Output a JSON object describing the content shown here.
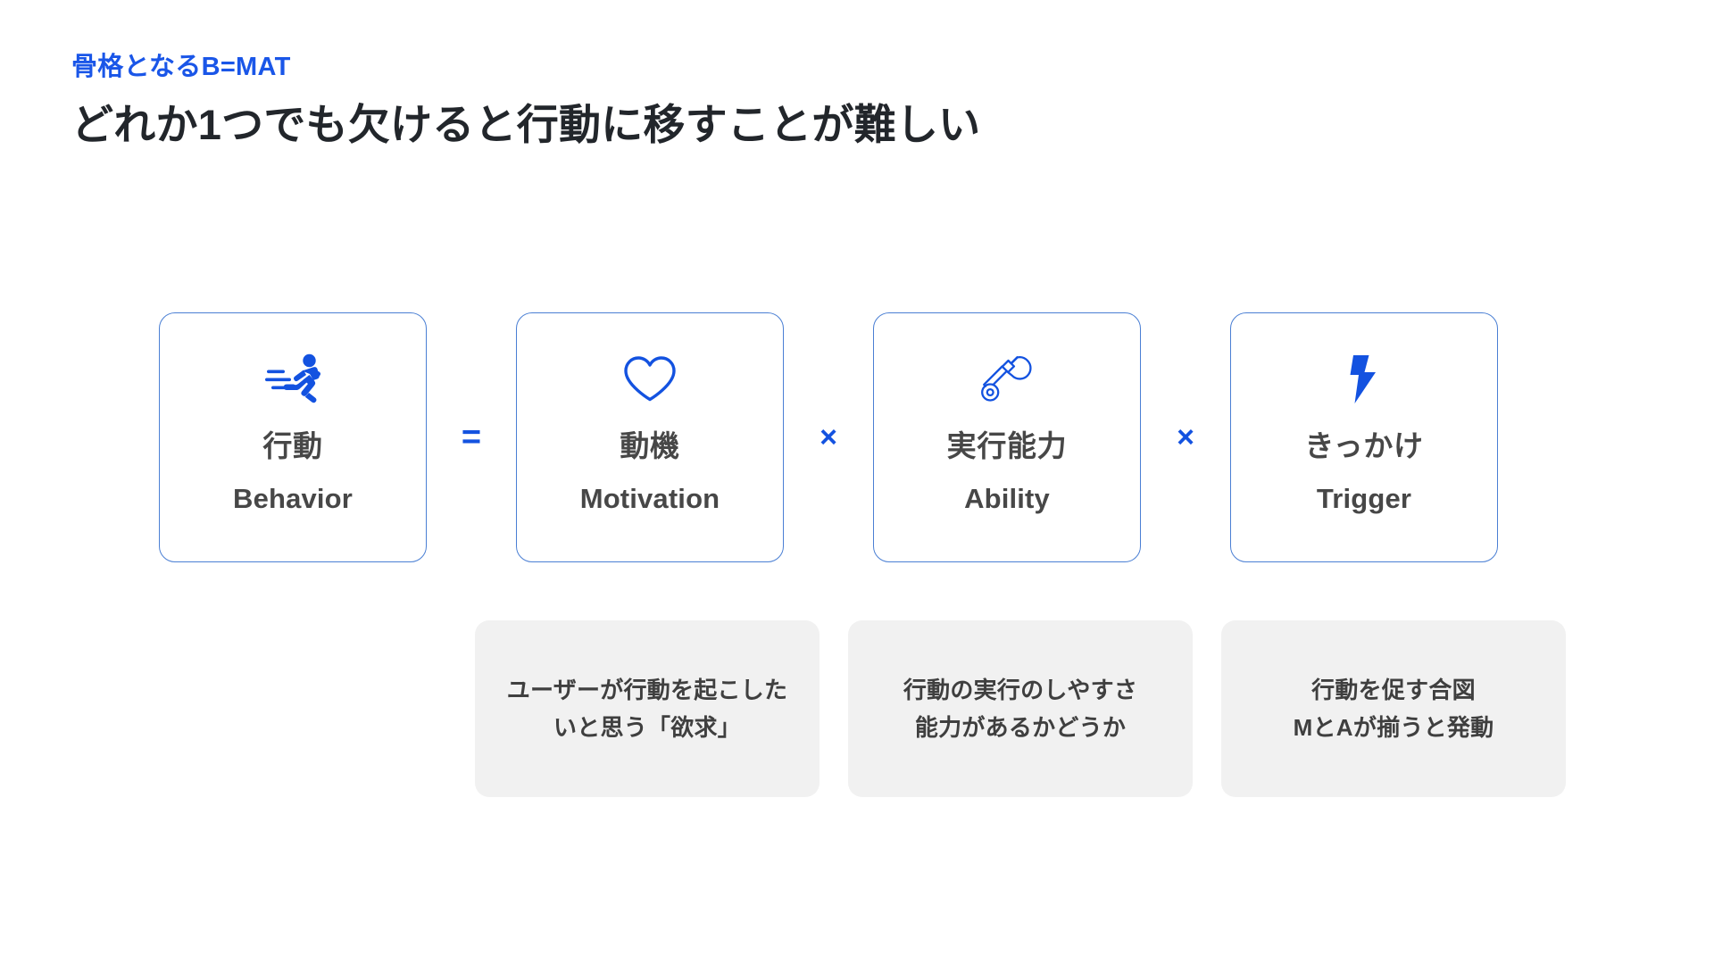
{
  "header": {
    "eyebrow": "骨格となるB=MAT",
    "title": "どれか1つでも欠けると行動に移すことが難しい",
    "eyebrow_color": "#1a56e8",
    "title_color": "#22262b"
  },
  "theme": {
    "accent_blue": "#1352e0",
    "card_border": "#4a7fd4",
    "card_text": "#474747",
    "caption_bg": "#f1f1f1",
    "caption_text": "#3f3f3f",
    "background": "#ffffff"
  },
  "diagram": {
    "equation": "B = M × A × T",
    "cards": [
      {
        "icon": "running-person-icon",
        "label_jp": "行動",
        "label_en": "Behavior"
      },
      {
        "icon": "heart-outline-icon",
        "label_jp": "動機",
        "label_en": "Motivation"
      },
      {
        "icon": "wrench-outline-icon",
        "label_jp": "実行能力",
        "label_en": "Ability"
      },
      {
        "icon": "lightning-bolt-icon",
        "label_jp": "きっかけ",
        "label_en": "Trigger"
      }
    ],
    "operators": [
      {
        "symbol": "=",
        "name": "equals-operator"
      },
      {
        "symbol": "×",
        "name": "multiply-operator"
      },
      {
        "symbol": "×",
        "name": "multiply-operator"
      }
    ]
  },
  "captions": [
    {
      "for": "Motivation",
      "line1": "ユーザーが行動を起こした",
      "line2": "いと思う「欲求」"
    },
    {
      "for": "Ability",
      "line1": "行動の実行のしやすさ",
      "line2": "能力があるかどうか"
    },
    {
      "for": "Trigger",
      "line1": "行動を促す合図",
      "line2": "MとAが揃うと発動"
    }
  ]
}
